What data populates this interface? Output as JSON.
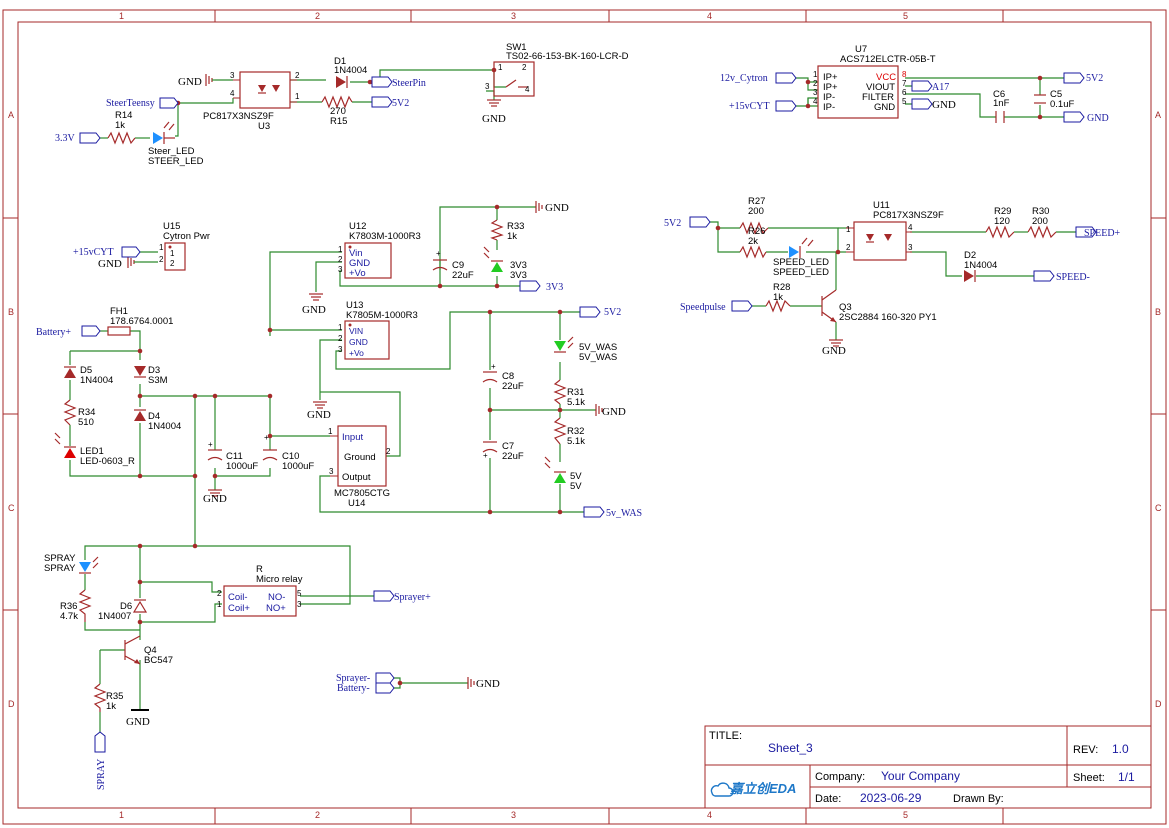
{
  "frame": {
    "columns": [
      "1",
      "2",
      "3",
      "4",
      "5"
    ],
    "rows": [
      "A",
      "B",
      "C",
      "D"
    ]
  },
  "title_block": {
    "title_label": "TITLE:",
    "title": "Sheet_3",
    "rev_label": "REV:",
    "rev": "1.0",
    "company_label": "Company:",
    "company": "Your Company",
    "sheet_label": "Sheet:",
    "sheet": "1/1",
    "date_label": "Date:",
    "date": "2023-06-29",
    "drawn_label": "Drawn By:",
    "logo_text": "嘉立创EDA"
  },
  "nets": {
    "gnd": "GND",
    "steer_teensy": "SteerTeensy",
    "v33": "3.3V",
    "steer_pin": "SteerPin",
    "v5v2": "5V2",
    "v12_cytron": "12v_Cytron",
    "v15_cyt": "+15vCYT",
    "v15_cyt2": "+15vCYT",
    "a17": "A17",
    "speed_plus": "SPEED+",
    "speed_minus": "SPEED-",
    "speedpulse": "Speedpulse",
    "battery_plus": "Battery+",
    "v3v3": "3V3",
    "v5v_was": "5v_WAS",
    "sprayer_plus": "Sprayer+",
    "sprayer_minus": "Sprayer-",
    "battery_minus": "Battery-",
    "spray": "SPRAY"
  },
  "components": {
    "u3": {
      "ref": "U3",
      "value": "PC817X3NSZ9F"
    },
    "d1": {
      "ref": "D1",
      "value": "1N4004"
    },
    "r15": {
      "ref": "R15",
      "value": "270"
    },
    "r14": {
      "ref": "R14",
      "value": "1k"
    },
    "steer_led": {
      "ref": "Steer_LED",
      "value": "STEER_LED"
    },
    "sw1": {
      "ref": "SW1",
      "value": "TS02-66-153-BK-160-LCR-D"
    },
    "u7": {
      "ref": "U7",
      "value": "ACS712ELCTR-05B-T",
      "pins": [
        "IP+",
        "IP+",
        "IP-",
        "IP-",
        "VCC",
        "VIOUT",
        "FILTER",
        "GND"
      ]
    },
    "c6": {
      "ref": "C6",
      "value": "1nF"
    },
    "c5": {
      "ref": "C5",
      "value": "0.1uF"
    },
    "u15": {
      "ref": "U15",
      "value": "Cytron Pwr"
    },
    "u12": {
      "ref": "U12",
      "value": "K7803M-1000R3",
      "pins": [
        "Vin",
        "GND",
        "+Vo"
      ]
    },
    "c9": {
      "ref": "C9",
      "value": "22uF"
    },
    "r33": {
      "ref": "R33",
      "value": "1k"
    },
    "led3v3": {
      "ref": "3V3",
      "value": "3V3"
    },
    "u13": {
      "ref": "U13",
      "value": "K7805M-1000R3",
      "pins": [
        "VIN",
        "GND",
        "+Vo"
      ]
    },
    "fh1": {
      "ref": "FH1",
      "value": "178.6764.0001"
    },
    "d5": {
      "ref": "D5",
      "value": "1N4004"
    },
    "d3": {
      "ref": "D3",
      "value": "S3M"
    },
    "d4": {
      "ref": "D4",
      "value": "1N4004"
    },
    "r34": {
      "ref": "R34",
      "value": "510"
    },
    "led1": {
      "ref": "LED1",
      "value": "LED-0603_R"
    },
    "c11": {
      "ref": "C11",
      "value": "1000uF"
    },
    "c10": {
      "ref": "C10",
      "value": "1000uF"
    },
    "u14": {
      "ref": "U14",
      "value": "MC7805CTG",
      "pins": [
        "Input",
        "Ground",
        "Output"
      ]
    },
    "c8": {
      "ref": "C8",
      "value": "22uF"
    },
    "c7": {
      "ref": "C7",
      "value": "22uF"
    },
    "led5v_was": {
      "ref": "5V_WAS",
      "value": "5V_WAS"
    },
    "r31": {
      "ref": "R31",
      "value": "5.1k"
    },
    "r32": {
      "ref": "R32",
      "value": "5.1k"
    },
    "led5v": {
      "ref": "5V",
      "value": "5V"
    },
    "r27": {
      "ref": "R27",
      "value": "200"
    },
    "r26": {
      "ref": "R26",
      "value": "2k"
    },
    "speed_led": {
      "ref": "SPEED_LED",
      "value": "SPEED_LED"
    },
    "u11": {
      "ref": "U11",
      "value": "PC817X3NSZ9F"
    },
    "r29": {
      "ref": "R29",
      "value": "120"
    },
    "r30": {
      "ref": "R30",
      "value": "200"
    },
    "d2": {
      "ref": "D2",
      "value": "1N4004"
    },
    "r28": {
      "ref": "R28",
      "value": "1k"
    },
    "q3": {
      "ref": "Q3",
      "value": "2SC2884 160-320 PY1"
    },
    "spray_led": {
      "ref": "SPRAY",
      "value": "SPRAY"
    },
    "r36": {
      "ref": "R36",
      "value": "4.7k"
    },
    "d6": {
      "ref": "D6",
      "value": "1N4007"
    },
    "relay": {
      "ref": "R",
      "value": "Micro relay",
      "pins": [
        "Coil-",
        "Coil+",
        "NO-",
        "NO+"
      ]
    },
    "q4": {
      "ref": "Q4",
      "value": "BC547"
    },
    "r35": {
      "ref": "R35",
      "value": "1k"
    }
  },
  "colors": {
    "wire": "#2e8b2e",
    "component": "#a52a2a",
    "net_label": "#1a1aa0",
    "green_led": "#22cc22",
    "blue_led": "#1e90ff",
    "red_led": "#dd0000"
  }
}
